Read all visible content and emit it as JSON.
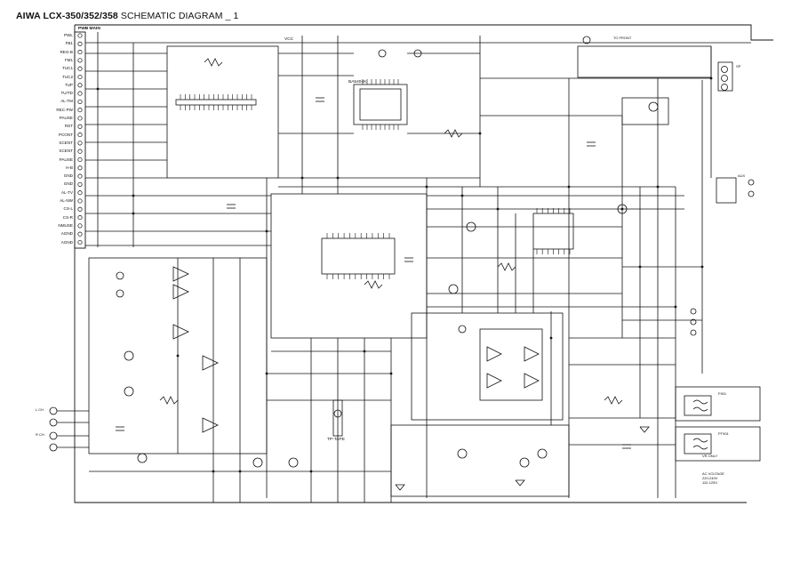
{
  "title": {
    "model": "AIWA LCX-350/352/358",
    "sheet": "SCHEMATIC  DIAGRAM _ 1"
  },
  "board": {
    "name": "PWB MAIN"
  },
  "connector_left": {
    "pins": [
      "PWL",
      "FB1",
      "REG-B",
      "FM1",
      "TUC1",
      "TUC2",
      "TUP",
      "TU/TD",
      "AL-TM",
      "REC-PW",
      "PAUSE",
      "RST",
      "PCONT",
      "SCENT",
      "SCENT",
      "PAUSE",
      "H-B",
      "GND",
      "GND",
      "AL-TV",
      "AL-NW",
      "CS-L",
      "CS-R",
      "NMUSE",
      "AGND",
      "AGND"
    ]
  },
  "labels": {
    "ic_main": "BA5404K",
    "vcc": "VCC",
    "tp_tape": "TP-TAPE",
    "vr_only": "VR ONLY",
    "ac_note": "AC VOLTAGE\n220-240V\n110-125V",
    "lcs": "L CH",
    "rcs": "R CH",
    "fuse": "F901",
    "power_trans": "PT901",
    "to_front": "TO FRONT",
    "spkr": "SP",
    "aux": "AUX"
  },
  "colors": {
    "line": "#111111",
    "background": "#ffffff"
  }
}
